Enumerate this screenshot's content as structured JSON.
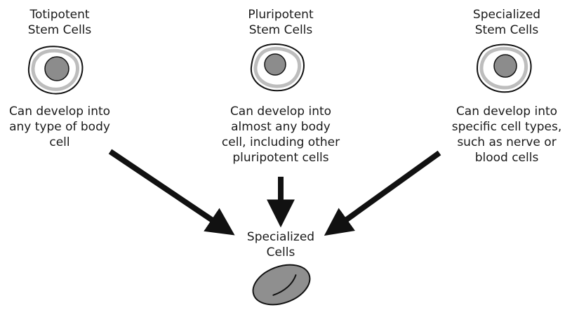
{
  "columns": [
    {
      "title_lines": [
        "Totipotent",
        "Stem Cells"
      ],
      "description_lines": [
        "Can develop into",
        "any type of body",
        "cell"
      ]
    },
    {
      "title_lines": [
        "Pluripotent",
        "Stem Cells"
      ],
      "description_lines": [
        "Can develop into",
        "almost any body",
        "cell, including other",
        "pluripotent cells"
      ]
    },
    {
      "title_lines": [
        "Specialized",
        "Stem Cells"
      ],
      "description_lines": [
        "Can develop into",
        "specific cell types,",
        "such as nerve or",
        "blood cells"
      ]
    }
  ],
  "result": {
    "title_lines": [
      "Specialized",
      "Cells"
    ]
  },
  "colors": {
    "cell_fill": "#ffffff",
    "cell_outline": "#111111",
    "cell_inner_ring": "#bdbdbd",
    "nucleus_fill": "#8c8c8c",
    "specialized_cell_fill": "#8f8f8f",
    "arrow": "#111111"
  },
  "icons": [
    "stem-cell-icon",
    "specialized-cell-icon",
    "arrow-icon"
  ]
}
